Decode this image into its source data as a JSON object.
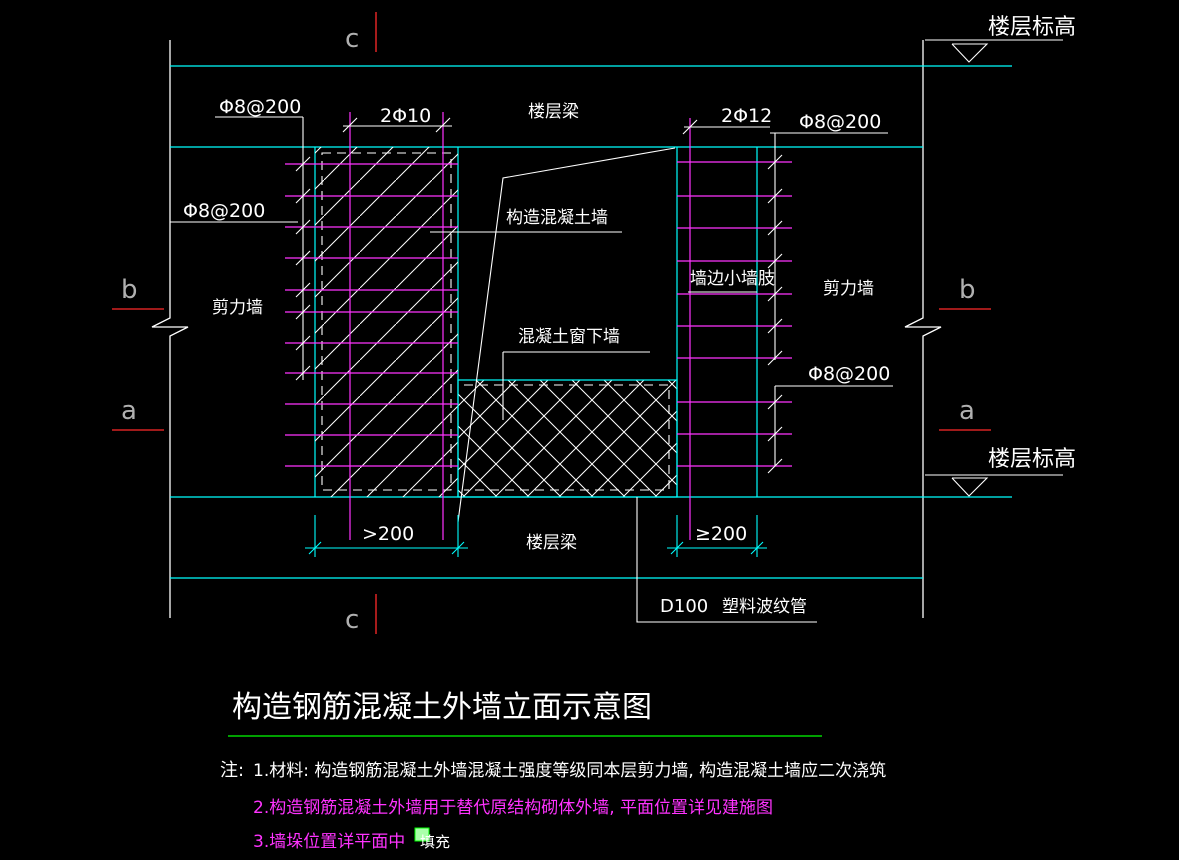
{
  "labels": {
    "section_c": "c",
    "section_b": "b",
    "section_a": "a",
    "floor_elev": "楼层标高",
    "floor_beam": "楼层梁",
    "shear_wall": "剪力墙",
    "rebar_left_top": "Φ8@200",
    "rebar_left_mid": "Φ8@200",
    "rebar_right_top": "Φ8@200",
    "rebar_right_bot": "Φ8@200",
    "bars_2phi10": "2Φ10",
    "bars_2phi12": "2Φ12",
    "structural_concrete_wall": "构造混凝土墙",
    "wall_edge_stub": "墙边小墙肢",
    "sill_wall": "混凝土窗下墙",
    "dim_left": ">200",
    "dim_right": "≥200",
    "pipe_size": "D100",
    "pipe_type": "塑料波纹管"
  },
  "title": "构造钢筋混凝土外墙立面示意图",
  "notes": {
    "prefix": "注:",
    "line1": "1.材料: 构造钢筋混凝土外墙混凝土强度等级同本层剪力墙, 构造混凝土墙应二次浇筑",
    "line2": "2.构造钢筋混凝土外墙用于替代原结构砌体外墙, 平面位置详见建施图",
    "line3": "3.墙垛位置详平面中",
    "line3_tag": "填充"
  },
  "colors": {
    "background": "#000000",
    "cad_white": "#ffffff",
    "cad_cyan": "#00ffff",
    "cad_magenta": "#ff33ff",
    "cad_red": "#ff2a2a",
    "cad_green": "#00ff00"
  }
}
